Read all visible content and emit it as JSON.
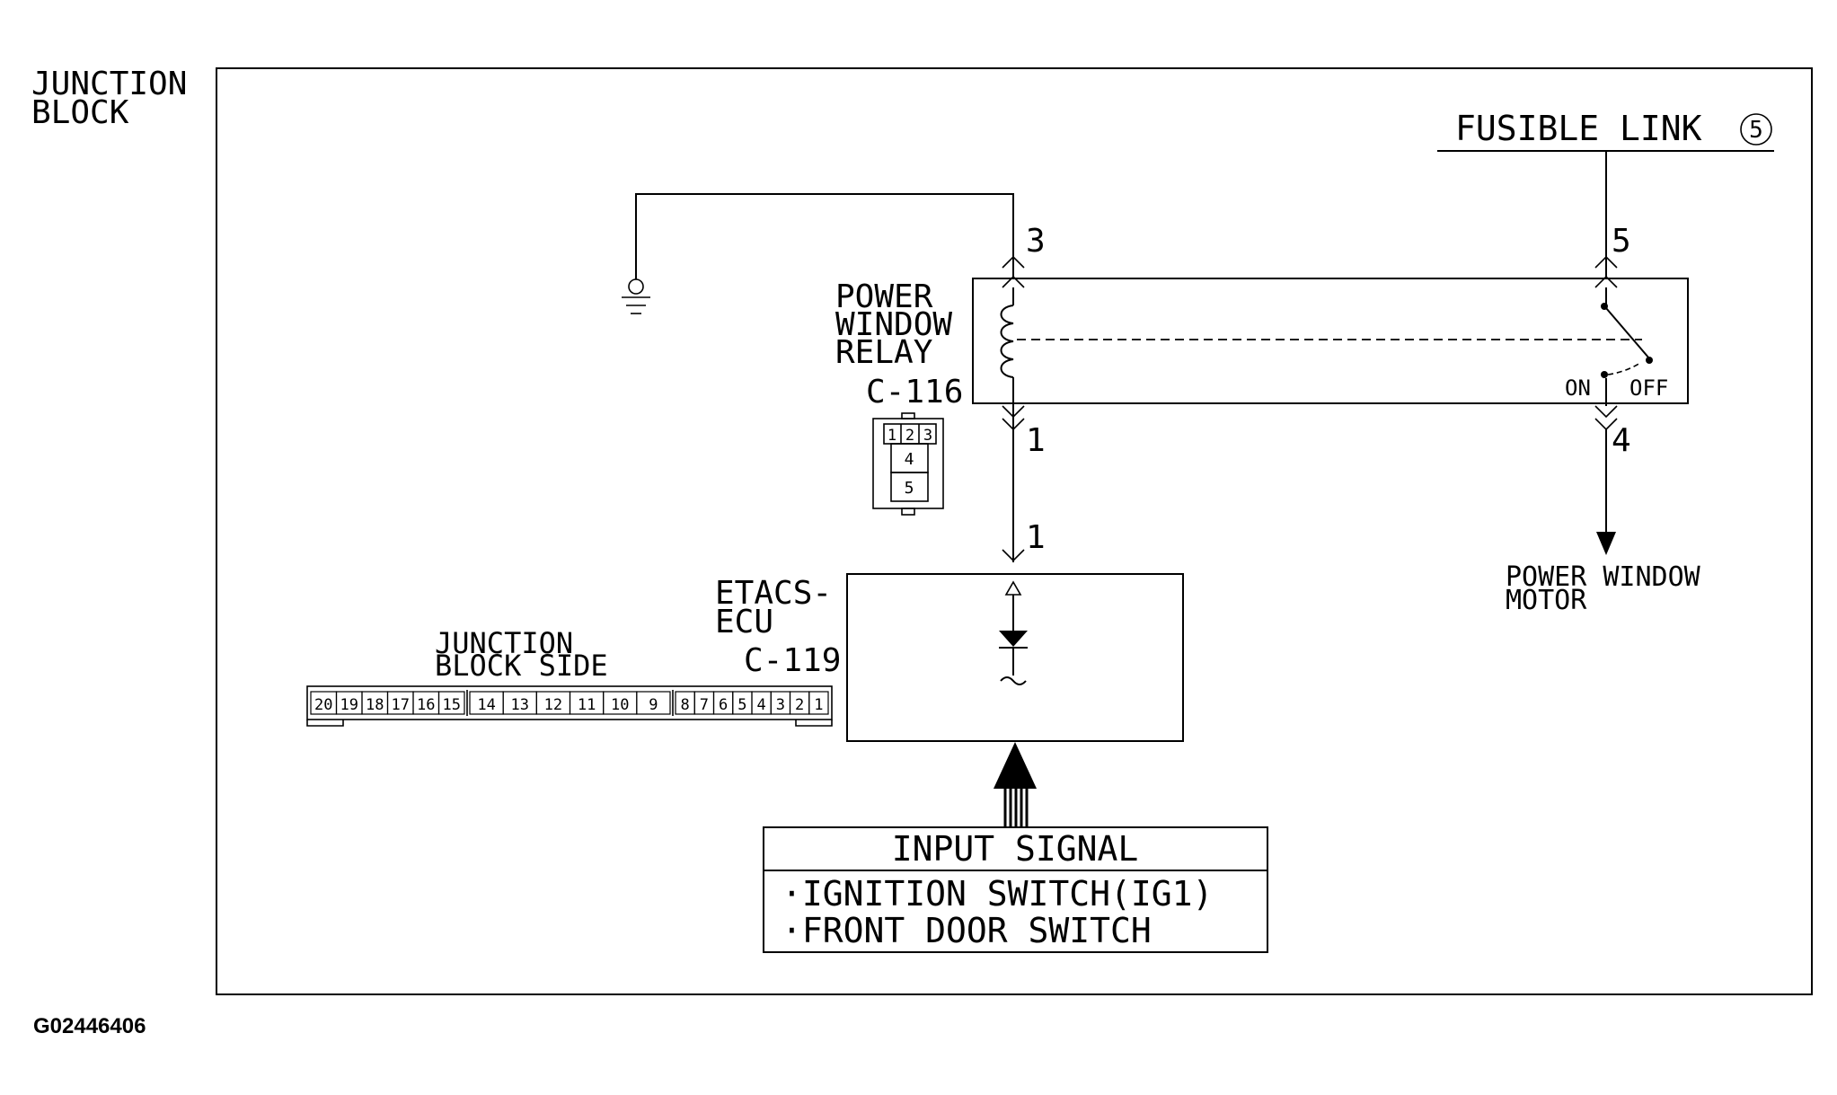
{
  "labels": {
    "junction_block_1": "JUNCTION",
    "junction_block_2": "BLOCK",
    "fusible_link": "FUSIBLE LINK",
    "fusible_link_num": "5",
    "relay_1": "POWER",
    "relay_2": "WINDOW",
    "relay_3": "RELAY",
    "relay_connector": "C-116",
    "etacs_1": "ETACS-",
    "etacs_2": "ECU",
    "etacs_connector": "C-119",
    "jb_side_1": "JUNCTION",
    "jb_side_2": "BLOCK SIDE",
    "motor_1": "POWER WINDOW",
    "motor_2": "MOTOR",
    "input_signal_title": "INPUT SIGNAL",
    "input_item_1": "·IGNITION SWITCH(IG1)",
    "input_item_2": "·FRONT DOOR SWITCH",
    "switch_on": "ON",
    "switch_off": "OFF",
    "figure_code": "G02446406"
  },
  "pins": {
    "relay_pin3": "3",
    "relay_pin1": "1",
    "relay_pin5": "5",
    "relay_pin4": "4",
    "ecu_pin1": "1"
  },
  "relay_connector_pins": {
    "p1": "1",
    "p2": "2",
    "p3": "3",
    "p4": "4",
    "p5": "5"
  },
  "jb_connector_pins": [
    "20",
    "19",
    "18",
    "17",
    "16",
    "15",
    "14",
    "13",
    "12",
    "11",
    "10",
    "9",
    "8",
    "7",
    "6",
    "5",
    "4",
    "3",
    "2",
    "1"
  ]
}
